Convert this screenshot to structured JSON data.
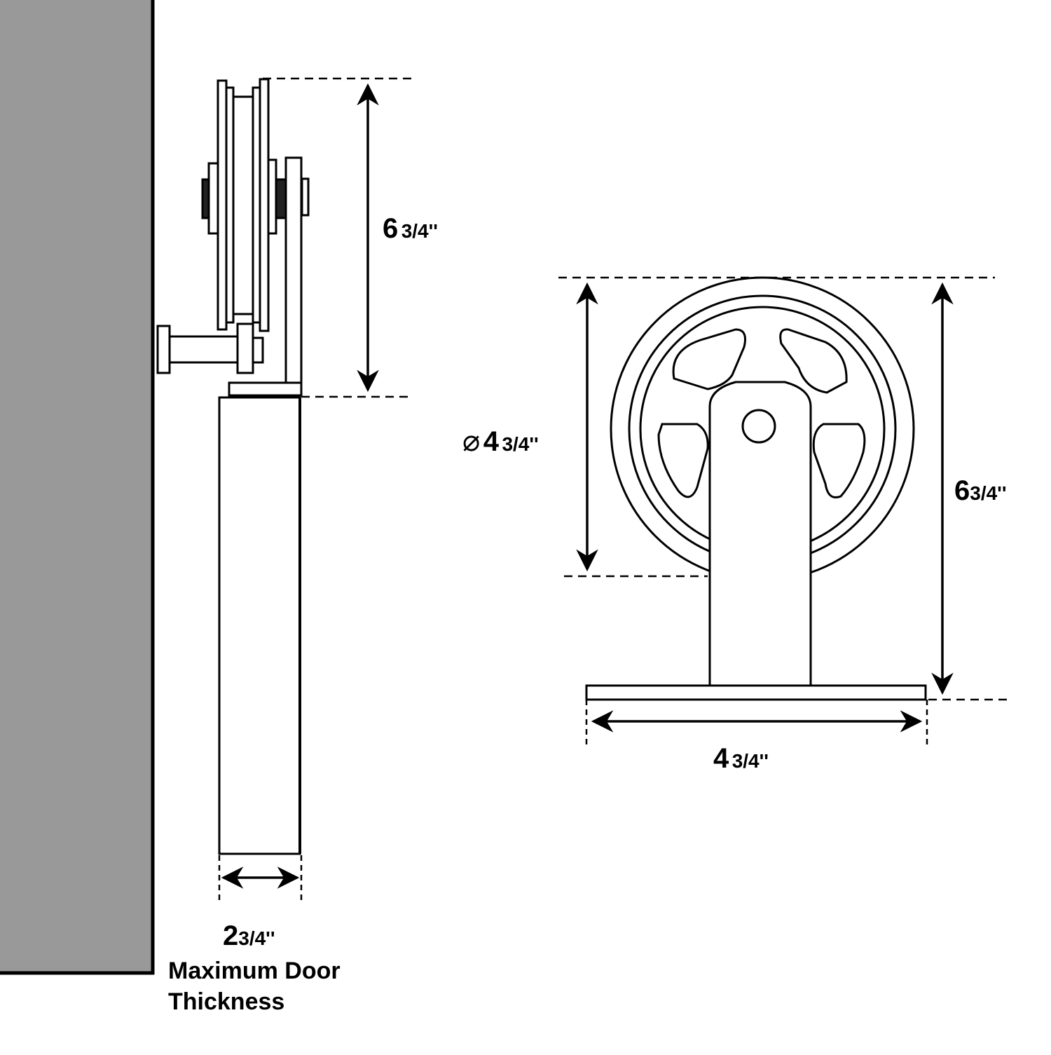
{
  "dimensions": {
    "side_height": {
      "whole": "6",
      "fraction": "3/4''"
    },
    "wheel_diameter": {
      "symbol": "⌀",
      "whole": "4",
      "fraction": "3/4''"
    },
    "front_height": {
      "whole": "6",
      "fraction": "3/4''"
    },
    "base_width": {
      "whole": "4",
      "fraction": "3/4''"
    },
    "door_thickness": {
      "whole": "2",
      "fraction": "3/4''"
    }
  },
  "caption": {
    "line1": "Maximum Door",
    "line2": "Thickness"
  },
  "colors": {
    "wall": "#999999",
    "line": "#000000"
  }
}
